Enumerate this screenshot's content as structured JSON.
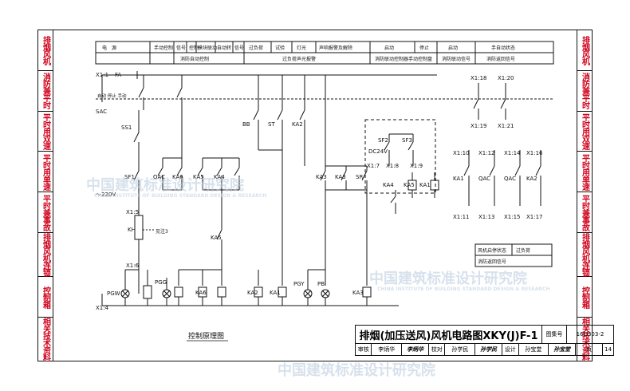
{
  "sidebar_left": [
    "排烟风机",
    "消防兼平时",
    "平时用双速",
    "平时用单速",
    "平时兼事故",
    "排烟风机连锁",
    "控制箱",
    "相关技术资料"
  ],
  "sidebar_right": [
    "排烟风机",
    "消防兼平时",
    "平时用双速",
    "平时用单速",
    "平时兼事故",
    "排烟风机连锁",
    "控制箱",
    "相关技术资料"
  ],
  "header_table": {
    "row1": [
      "电　源",
      "手动控制",
      "信号",
      "控制",
      "模块联动",
      "自动转",
      "信号",
      "过负荷",
      "试验",
      "灯光",
      "声响报警及解除",
      "启动",
      "停止",
      "启动",
      "手自动状态"
    ],
    "row2": [
      "消防自动控制",
      "过负荷声光报警",
      "消防联动控制器手动控制盘",
      "消防联动信号",
      "消防返回信号"
    ]
  },
  "status_table": {
    "rows": [
      [
        "风机启停状态",
        "过负荷"
      ],
      [
        "消防返回信号",
        ""
      ]
    ]
  },
  "labels": {
    "x11": "X1:1",
    "fa": "FA",
    "mode_switch": "自动 停止 手动",
    "sac": "SAC",
    "ss1": "SS1",
    "sf1": "SF1",
    "qac": "QAC",
    "ka6": "KA6",
    "ka5": "KA5",
    "ka4": "KA4",
    "v220": "～220V",
    "x15": "X1:5",
    "kh": "KH",
    "see_note": "见注3",
    "x16": "X1:6",
    "pgw": "PGW",
    "pgg": "PGG",
    "x14": "X1:4",
    "bb": "BB",
    "st": "ST",
    "ka2": "KA2",
    "ka3": "KA3",
    "ka1": "KA1",
    "sr": "SR",
    "pgy": "PGY",
    "pb": "PB",
    "sf2": "SF2",
    "sf3": "SF3",
    "dc24v": "DC24V",
    "x17": "X1:7",
    "x18": "X1:8",
    "x19": "X1:9",
    "x110": "X1:10",
    "x111": "X1:11",
    "x112": "X1:12",
    "x113": "X1:13",
    "x114": "X1:14",
    "x115": "X1:15",
    "x116": "X1:16",
    "x117": "X1:17",
    "x118": "X1:18",
    "x119": "X1:19",
    "x120": "X1:20",
    "x121": "X1:21"
  },
  "caption": "控制原理图",
  "title_block": {
    "title": "排烟(加压送风)风机电路图XKY(J)F-1",
    "atlas_label": "图集号",
    "atlas_no": "16D303-2",
    "page_label": "页",
    "page_no": "14",
    "review_label": "审核",
    "reviewer": "李炳华",
    "check_label": "校对",
    "checker": "孙学民",
    "design_label": "设计",
    "designer": "孙宝堂"
  },
  "watermark": {
    "cn": "中国建筑标准设计研究院",
    "en": "CHINA INSTITUTE OF BUILDING STANDARD DESIGN & RESEARCH"
  }
}
